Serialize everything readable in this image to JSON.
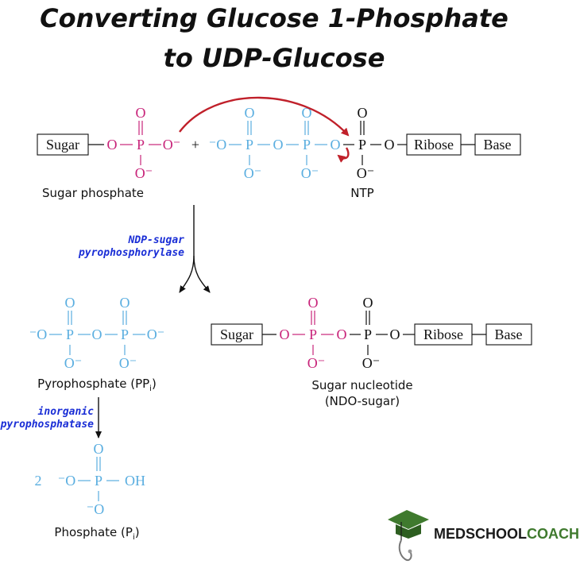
{
  "title": {
    "line1": "Converting Glucose 1-Phosphate",
    "line2": "to UDP-Glucose"
  },
  "labels": {
    "sugar": "Sugar",
    "ribose": "Ribose",
    "base": "Base",
    "O": "O",
    "P": "P",
    "OH": "OH",
    "O_minus": "O⁻",
    "minus_O": "⁻O",
    "plus": "+",
    "two": "2"
  },
  "captions": {
    "sugar_phosphate": "Sugar phosphate",
    "ntp": "NTP",
    "pyrophosphate": "Pyrophosphate (PP",
    "pyrophosphate_sub": "i",
    "sugar_nucleotide_1": "Sugar nucleotide",
    "sugar_nucleotide_2": "(NDO-sugar)",
    "phosphate": "Phosphate (P",
    "phosphate_sub": "i"
  },
  "enzymes": {
    "ndp_sugar_1": "NDP-sugar",
    "ndp_sugar_2": "pyrophosphorylase",
    "inorganic_1": "inorganic",
    "inorganic_2": "pyrophosphatase"
  },
  "brand": {
    "part1": "MEDSCHOOL",
    "part2": "COACH",
    "color1": "#1a1a1a",
    "color2": "#3f7a2e"
  },
  "colors": {
    "pink": "#c8247a",
    "blue": "#5aaee0",
    "red_arrow": "#c0202a",
    "enzyme_blue": "#1a2ed6"
  }
}
